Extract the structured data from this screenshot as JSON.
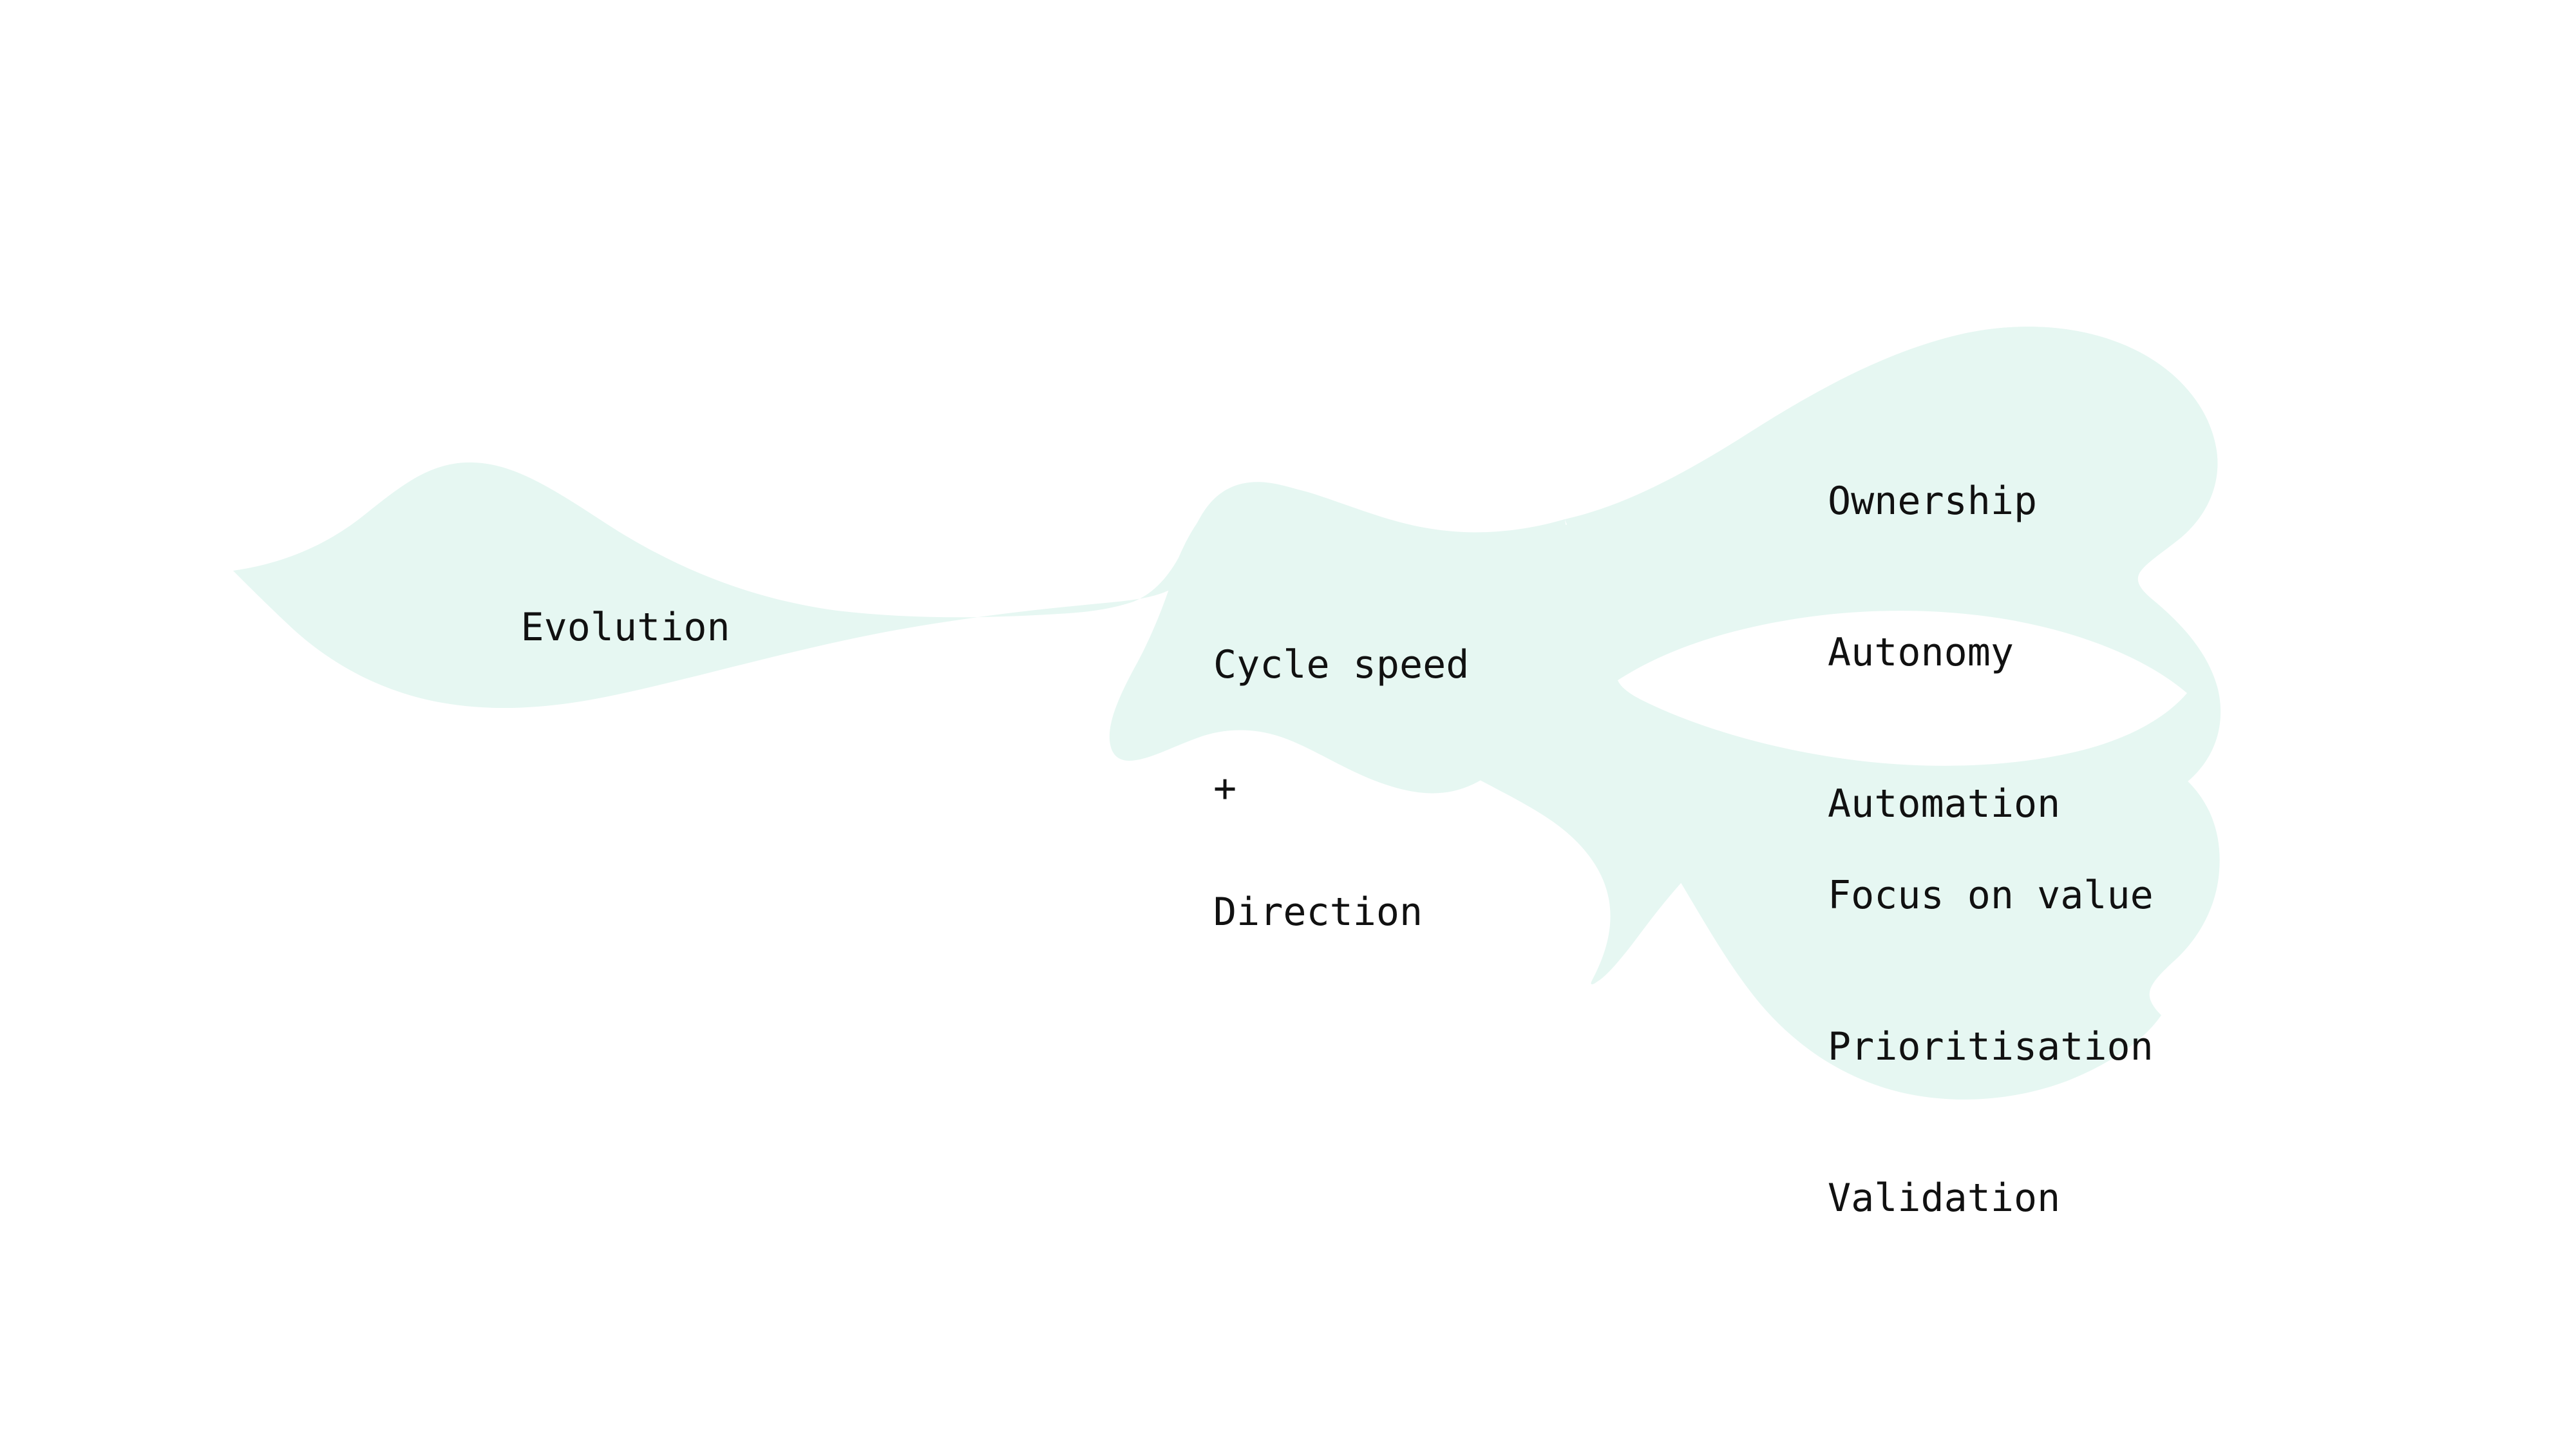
{
  "title": "Evolution mind map",
  "theme": {
    "background": "#ffffff",
    "blob_fill": "#e6f7f2",
    "text_color": "#111111"
  },
  "mindmap": {
    "type": "mindmap",
    "root": {
      "label": "Evolution"
    },
    "center": {
      "lines": [
        "Cycle speed",
        "+",
        "Direction"
      ]
    },
    "branches": [
      {
        "name": "upper-branch",
        "items": [
          "Ownership",
          "Autonomy",
          "Automation"
        ]
      },
      {
        "name": "lower-branch",
        "items": [
          "Focus on value",
          "Prioritisation",
          "Validation"
        ]
      }
    ]
  }
}
